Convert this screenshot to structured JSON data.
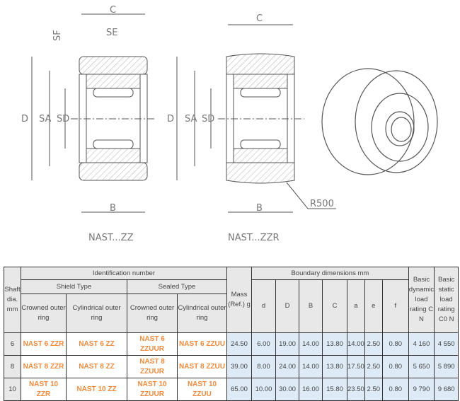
{
  "drawing": {
    "labels": {
      "C": "C",
      "SF": "SF",
      "SE": "SE",
      "D": "D",
      "SA": "SA",
      "SD": "SD",
      "B": "B",
      "R": "R500"
    },
    "caption_left": "NAST...ZZ",
    "caption_right": "NAST...ZZR"
  },
  "table": {
    "h_ident": "Identification number",
    "h_shaft": "Shaft dia. mm",
    "h_shield": "Shield Type",
    "h_sealed": "Sealed Type",
    "h_crowned": "Crowned outer ring",
    "h_cyl": "Cylindrical outer ring",
    "h_crowned2": "Crowned outer ring",
    "h_cyl2": "Cylindrical outer ring",
    "h_mass": "Mass (Ref.) g",
    "h_boundary": "Boundary dimensions mm",
    "cols": [
      "d",
      "D",
      "B",
      "C",
      "a",
      "e",
      "f"
    ],
    "h_dyn": "Basic dynamic load rating C N",
    "h_stat": "Basic static load rating C0 N",
    "rows": [
      {
        "shaft": "6",
        "a": "NAST 6 ZZR",
        "b": "NAST 6 ZZ",
        "c": "NAST 6 ZZUUR",
        "d2": "NAST 6 ZZUU",
        "mass": "24.50",
        "v": [
          "6.00",
          "19.00",
          "14.00",
          "13.80",
          "14.00",
          "2.50",
          "0.80"
        ],
        "dyn": "4 160",
        "stat": "4 550"
      },
      {
        "shaft": "8",
        "a": "NAST 8 ZZR",
        "b": "NAST 8 ZZ",
        "c": "NAST 8 ZZUUR",
        "d2": "NAST  8 ZZUU",
        "mass": "39.00",
        "v": [
          "8.00",
          "24.00",
          "14.00",
          "13.80",
          "17.50",
          "2.50",
          "0.80"
        ],
        "dyn": "5 650",
        "stat": "5 890"
      },
      {
        "shaft": "10",
        "a": "NAST 10 ZZR",
        "b": "NAST 10 ZZ",
        "c": "NAST 10 ZZUUR",
        "d2": "NAST 10 ZZUU",
        "mass": "65.00",
        "v": [
          "10.00",
          "30.00",
          "16.00",
          "15.80",
          "23.50",
          "2.50",
          "0.80"
        ],
        "dyn": "9 790",
        "stat": "9 680"
      }
    ]
  }
}
